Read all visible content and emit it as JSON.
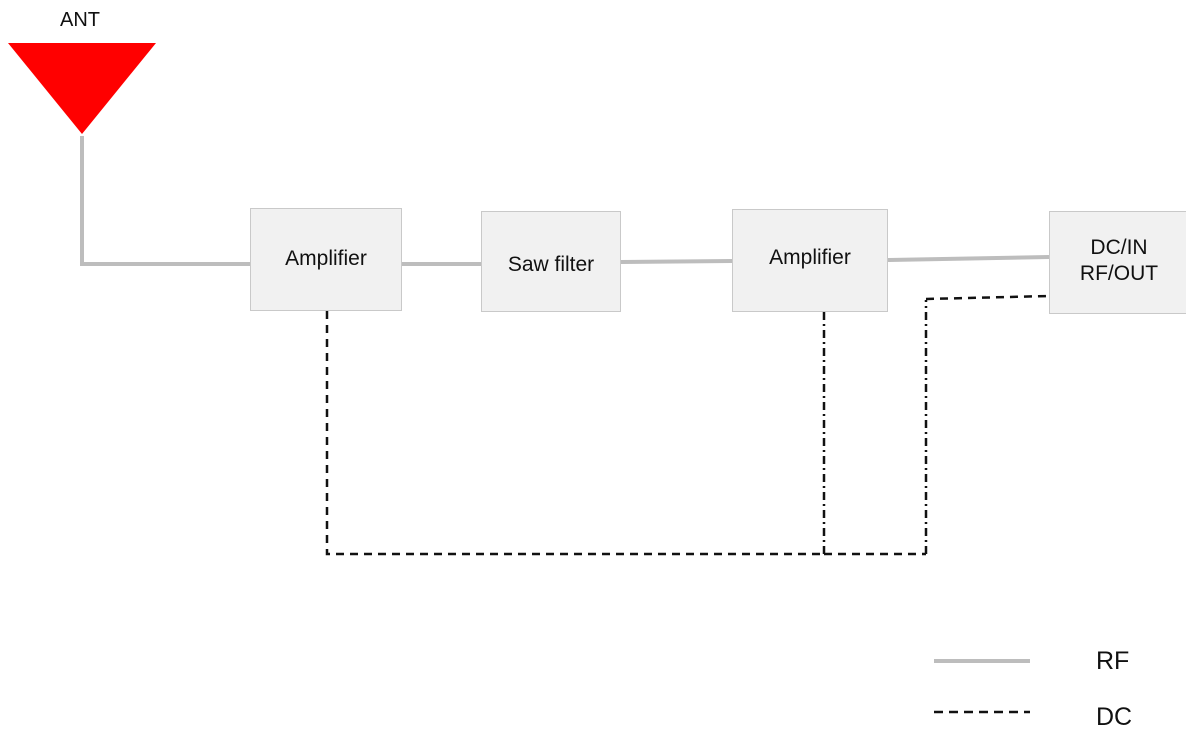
{
  "antenna": {
    "label": "ANT",
    "color": "#ff0000"
  },
  "blocks": [
    {
      "id": "amp1",
      "label": "Amplifier"
    },
    {
      "id": "saw",
      "label": "Saw filter"
    },
    {
      "id": "amp2",
      "label": "Amplifier"
    },
    {
      "id": "dcrf",
      "label": "DC/IN\nRF/OUT"
    }
  ],
  "legend": {
    "rf": {
      "label": "RF",
      "color": "#bdbdbd"
    },
    "dc": {
      "label": "DC",
      "color": "#111111"
    }
  }
}
